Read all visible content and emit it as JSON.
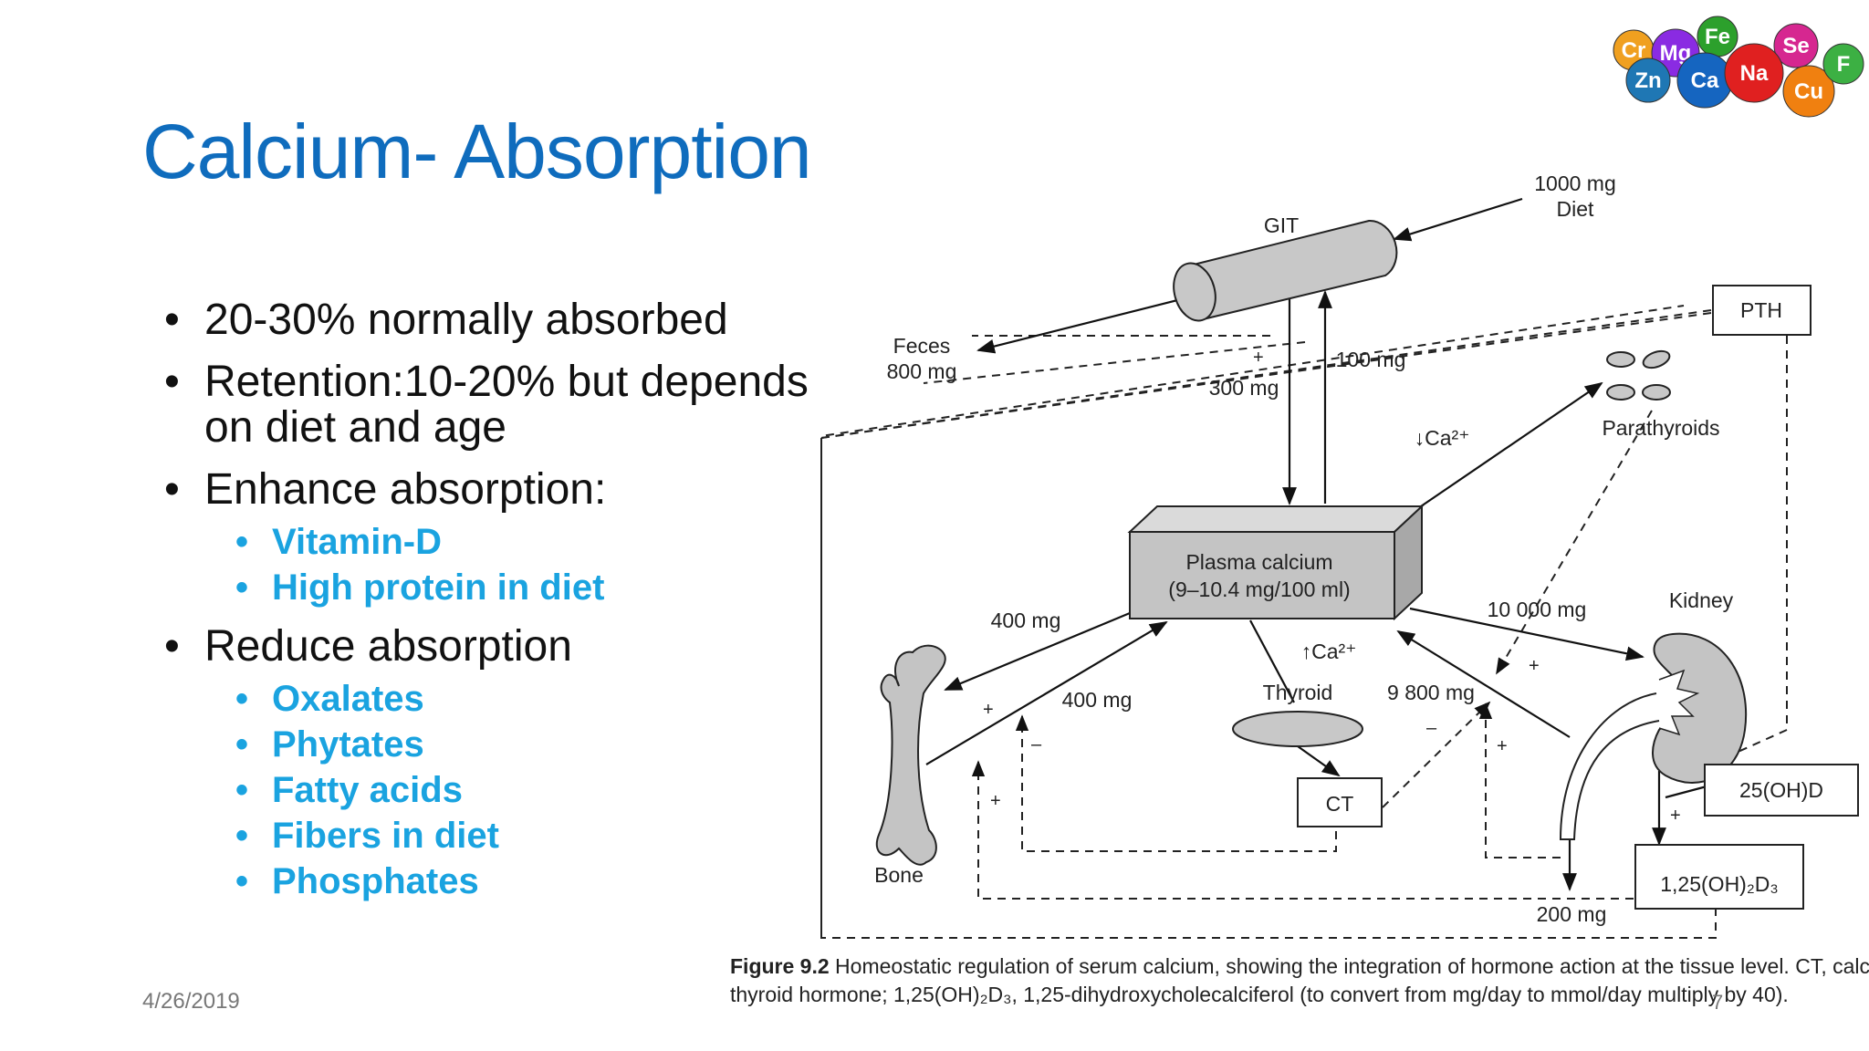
{
  "slide": {
    "title": "Calcium- Absorption",
    "date": "4/26/2019",
    "page_number": "7"
  },
  "bullets": [
    {
      "text": "20-30% normally absorbed",
      "subitems": []
    },
    {
      "text": "Retention:10-20% but depends on diet and age",
      "subitems": []
    },
    {
      "text": "Enhance absorption:",
      "subitems": [
        "Vitamin-D",
        "High protein in diet"
      ]
    },
    {
      "text": "Reduce absorption",
      "subitems": [
        "Oxalates",
        "Phytates",
        "Fatty acids",
        "Fibers in diet",
        "Phosphates"
      ]
    }
  ],
  "minerals_logo": {
    "symbols": [
      "Cr",
      "Mg",
      "Fe",
      "Se",
      "Zn",
      "Ca",
      "Na",
      "Cu",
      "F"
    ],
    "colors": [
      "#f0a020",
      "#8a2be2",
      "#2ca02c",
      "#d62790",
      "#1f77b4",
      "#1565c0",
      "#e02020",
      "#f08010",
      "#3cb043"
    ]
  },
  "diagram": {
    "git": "GIT",
    "diet": "1000 mg\nDiet",
    "feces": "Feces\n800 mg",
    "mg300": "300 mg",
    "mg100": "100 mg",
    "pth": "PTH",
    "parathyroids": "Parathyroids",
    "ca_down": "↓Ca²⁺",
    "plasma": "Plasma calcium\n(9–10.4 mg/100 ml)",
    "mg400a": "400 mg",
    "mg400b": "400 mg",
    "mg10000": "10 000 mg",
    "kidney": "Kidney",
    "ca_up": "↑Ca²⁺",
    "thyroid": "Thyroid",
    "mg9800": "9 800 mg",
    "ct": "CT",
    "oh25": "25(OH)D",
    "oh125": "1,25(OH)₂D₃",
    "mg200": "200 mg",
    "bone": "Bone"
  },
  "caption": {
    "figure": "Figure 9.2",
    "line1": "Homeostatic regulation of serum calcium, showing the integration of hormone action at the tissue level. CT, calcitonin; P",
    "line2": "thyroid hormone; 1,25(OH)₂D₃, 1,25-dihydroxycholecalciferol (to convert from mg/day to mmol/day multiply by 40)."
  }
}
